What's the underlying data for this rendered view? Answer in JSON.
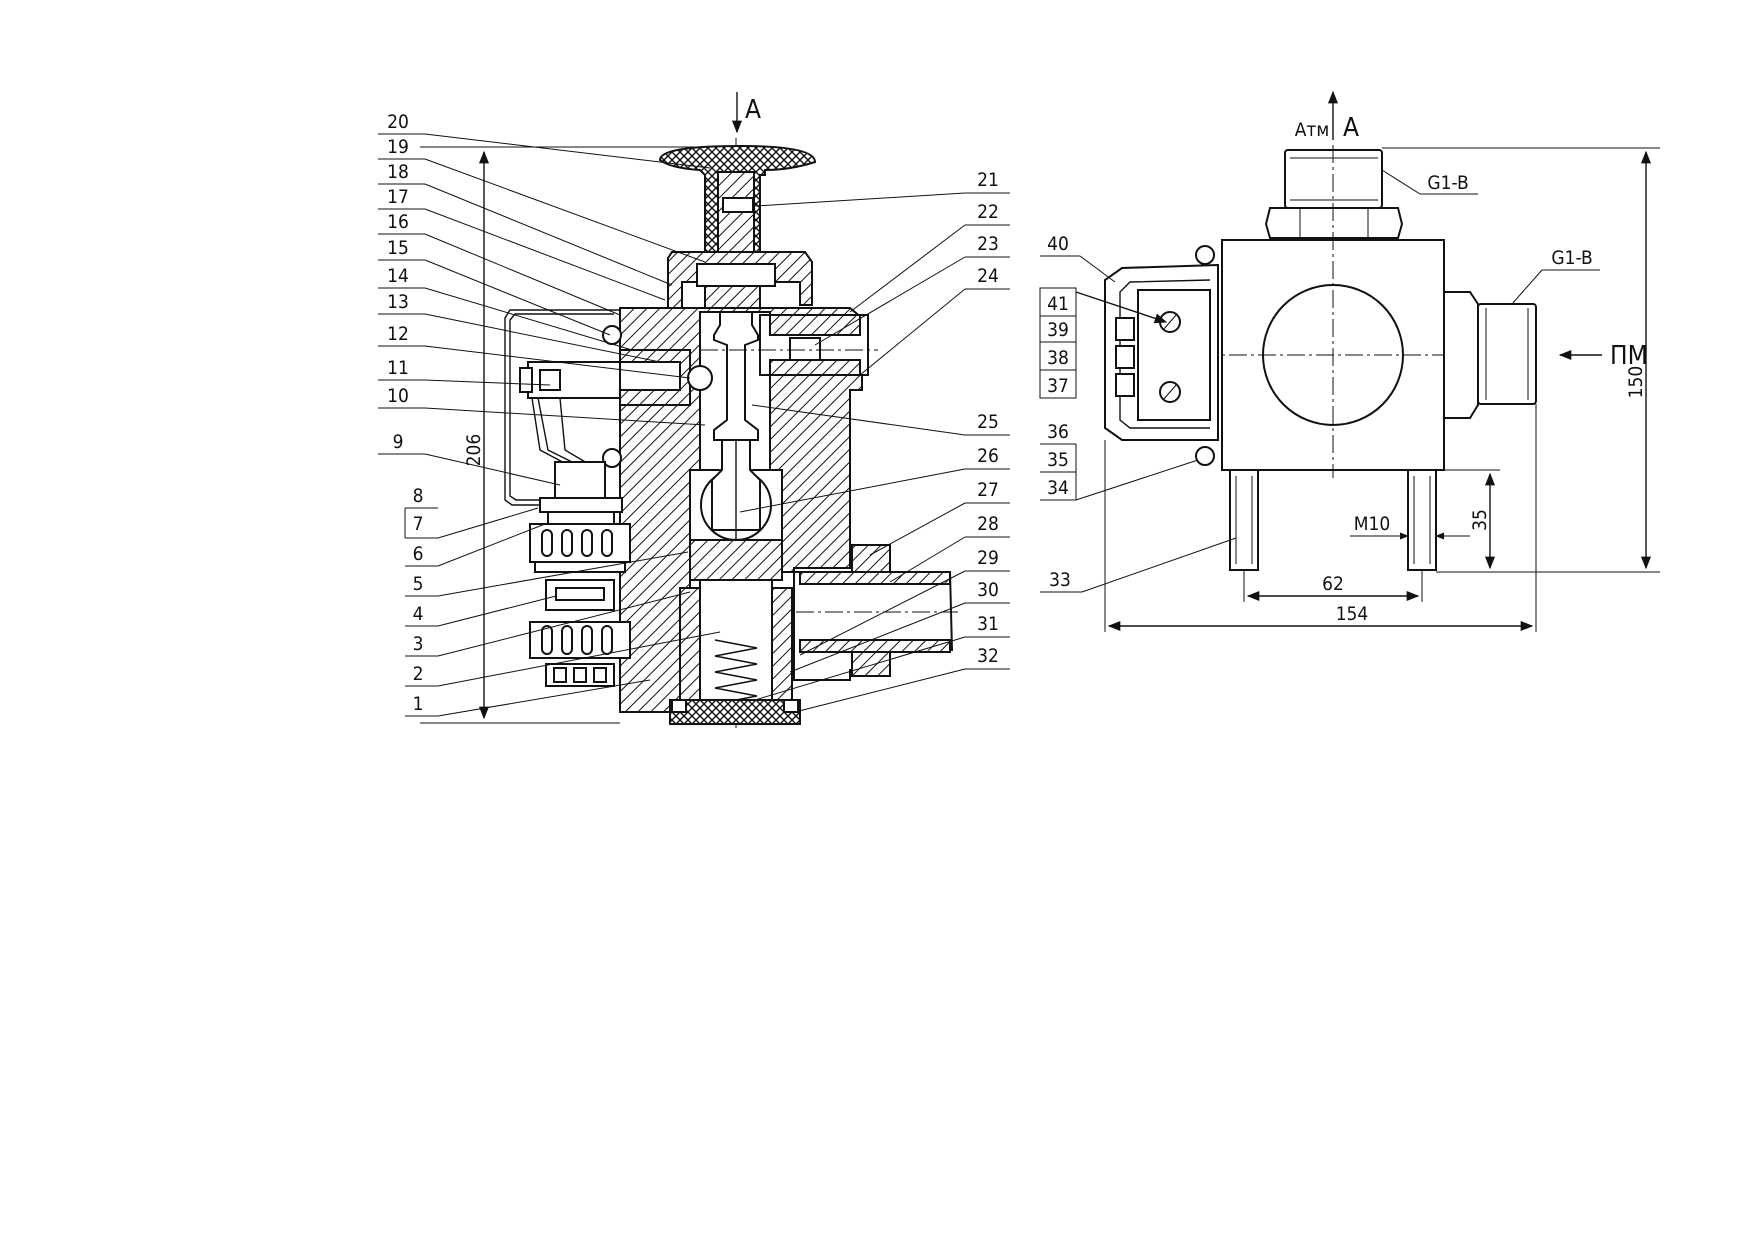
{
  "section_view": {
    "view_label": "А",
    "height_dim": "206",
    "callouts": [
      "1",
      "2",
      "3",
      "4",
      "5",
      "6",
      "7",
      "8",
      "9",
      "10",
      "11",
      "12",
      "13",
      "14",
      "15",
      "16",
      "17",
      "18",
      "19",
      "20",
      "21",
      "22",
      "23",
      "24",
      "25",
      "26",
      "27",
      "28",
      "29",
      "30",
      "31",
      "32"
    ]
  },
  "side_view": {
    "top_port_label": "Атм",
    "view_label": "А",
    "thread_top": "G1-B",
    "thread_side": "G1-B",
    "side_port_label": "ПМ",
    "callouts": [
      "33",
      "34",
      "35",
      "36",
      "37",
      "38",
      "39",
      "40",
      "41"
    ],
    "dims": {
      "height": "150",
      "bolt_spacing": "62",
      "width": "154",
      "bolt_thread": "M10",
      "bolt_length": "35"
    }
  }
}
